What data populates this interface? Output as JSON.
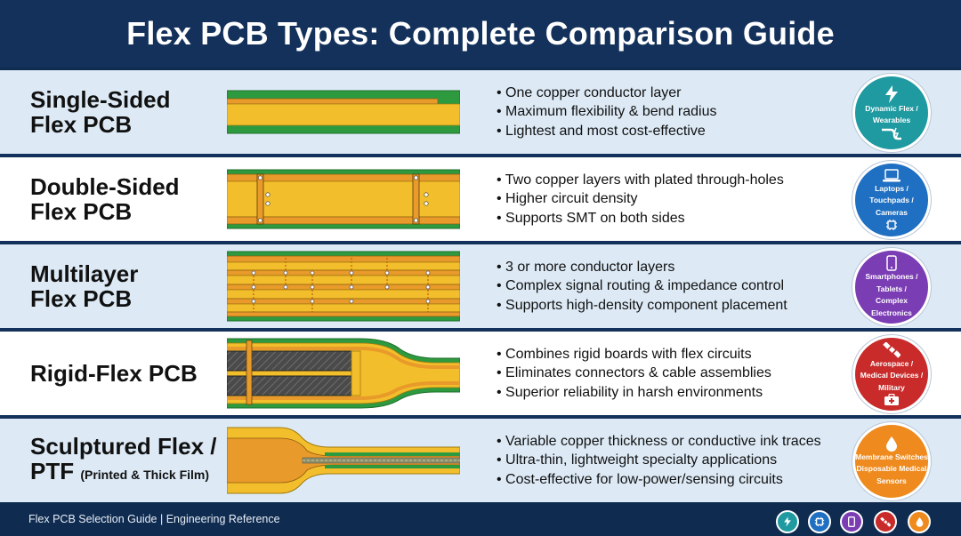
{
  "header": {
    "title": "Flex PCB Types: Complete Comparison Guide"
  },
  "rows": [
    {
      "title_line1": "Single-Sided",
      "title_line2": "Flex PCB",
      "bullets": [
        "One copper conductor layer",
        "Maximum flexibility & bend radius",
        "Lightest and most cost-effective"
      ],
      "badge": {
        "line1": "Dynamic Flex /",
        "line2": "Wearables",
        "line3": "",
        "line4": "",
        "color": "#1e9aa0",
        "icon": "lightning-icon",
        "icon2": "flex-cable-icon"
      }
    },
    {
      "title_line1": "Double-Sided",
      "title_line2": "Flex PCB",
      "bullets": [
        "Two copper layers with plated through-holes",
        "Higher circuit density",
        "Supports SMT on both sides"
      ],
      "badge": {
        "line1": "Laptops /",
        "line2": "Touchpads /",
        "line3": "Cameras",
        "line4": "",
        "color": "#1f6fc2",
        "icon": "laptop-icon",
        "icon2": "chip-icon"
      }
    },
    {
      "title_line1": "Multilayer",
      "title_line2": "Flex PCB",
      "bullets": [
        "3 or more conductor layers",
        "Complex signal routing & impedance control",
        "Supports high-density component placement"
      ],
      "badge": {
        "line1": "Smartphones /",
        "line2": "Tablets /",
        "line3": "Complex",
        "line4": "Electronics",
        "color": "#7b3db3",
        "icon": "smartphone-icon",
        "icon2": ""
      }
    },
    {
      "title_line1": "Rigid-Flex PCB",
      "title_line2": "",
      "bullets": [
        "Combines rigid boards with flex circuits",
        "Eliminates connectors & cable assemblies",
        "Superior reliability in harsh environments"
      ],
      "badge": {
        "line1": "Aerospace /",
        "line2": "Medical Devices /",
        "line3": "Military",
        "line4": "",
        "color": "#c92b2b",
        "icon": "satellite-icon",
        "icon2": "medical-kit-icon"
      }
    },
    {
      "title_line1": "Sculptured Flex /",
      "title_line2": "PTF",
      "title_small": "(Printed & Thick Film)",
      "bullets": [
        "Variable copper thickness or conductive ink traces",
        "Ultra-thin, lightweight specialty applications",
        "Cost-effective for low-power/sensing circuits"
      ],
      "badge": {
        "line1": "Membrane Switches",
        "line2": "Disposable Medical",
        "line3": "Sensors",
        "line4": "",
        "color": "#ee8a1e",
        "icon": "droplet-icon",
        "icon2": ""
      }
    }
  ],
  "footer": {
    "text": "Flex PCB Selection Guide | Engineering Reference"
  },
  "colors": {
    "navy": "#13315a",
    "copper_gold": "#f3be2b",
    "copper_orange": "#e89a2a",
    "coverlay_green": "#2e9a3f",
    "rigid_gray": "#4a4a4a"
  }
}
